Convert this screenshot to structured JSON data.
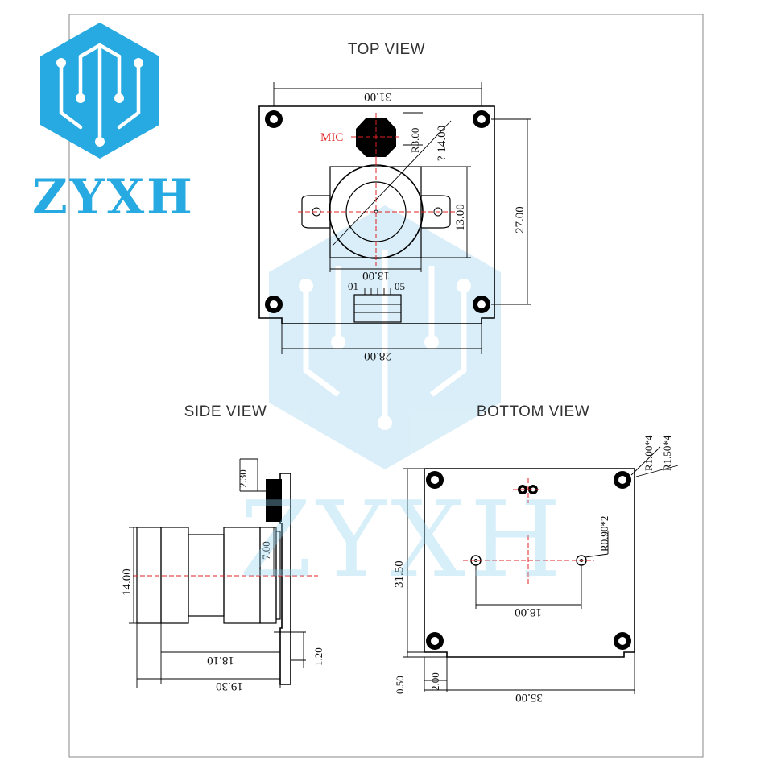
{
  "brand": {
    "name": "ZYXH",
    "color": "#27aae1",
    "icon": "circuit-hexagon-icon",
    "watermark": "ZYXH"
  },
  "views": {
    "top": {
      "title": "TOP VIEW",
      "mic_label": "MIC",
      "width_dim": "31.00",
      "height_dim": "27.00",
      "mic_radius_dim": "R3.00",
      "lens_diameter_dim": "? 14.00",
      "lens_height_dim": "13.00",
      "lens_width_dim": "13.00",
      "bottom_width_dim": "28.00",
      "connector_pin_start": "01",
      "connector_pin_end": "05"
    },
    "side": {
      "title": "SIDE VIEW",
      "thickness_dim": "2.30",
      "lens_diameter_dim": "14.00",
      "inner_dim": "7.00",
      "board_dim": "1.20",
      "length_dim": "18.10",
      "total_length_dim": "19.30"
    },
    "bottom": {
      "title": "BOTTOM  VIEW",
      "corner_hole_dim": "R1.00*4",
      "corner_pad_dim": "R1.50*4",
      "mount_hole_dim": "R0.90*2",
      "height_dim": "31.50",
      "hole_spacing_dim": "18.00",
      "offset_small_dim": "0.50",
      "offset_dim": "2.00",
      "width_dim": "35.00"
    }
  },
  "colors": {
    "line": "#000000",
    "centerline": "#e02020",
    "frame": "#8a8a8a",
    "watermark": "#8fd3f0"
  }
}
